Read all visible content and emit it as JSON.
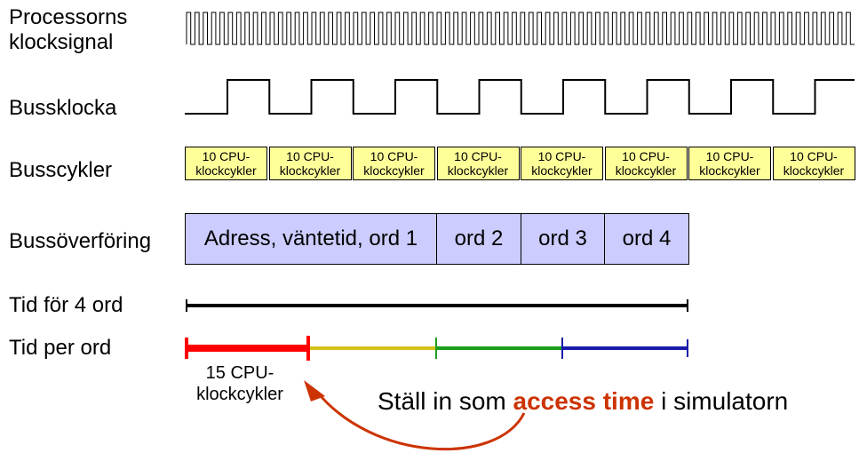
{
  "rows": {
    "processor_clock": {
      "line1": "Processorns",
      "line2": "klocksignal"
    },
    "bus_clock": "Bussklocka",
    "bus_cycles": "Busscykler",
    "bus_transfer": "Bussöverföring",
    "time_4_words": "Tid för 4 ord",
    "time_per_word": "Tid per ord"
  },
  "bus_cycles": [
    {
      "line1": "10 CPU-",
      "line2": "klockcykler"
    },
    {
      "line1": "10 CPU-",
      "line2": "klockcykler"
    },
    {
      "line1": "10 CPU-",
      "line2": "klockcykler"
    },
    {
      "line1": "10 CPU-",
      "line2": "klockcykler"
    },
    {
      "line1": "10 CPU-",
      "line2": "klockcykler"
    },
    {
      "line1": "10 CPU-",
      "line2": "klockcykler"
    },
    {
      "line1": "10 CPU-",
      "line2": "klockcykler"
    },
    {
      "line1": "10 CPU-",
      "line2": "klockcykler"
    }
  ],
  "transfer": [
    "Adress, väntetid, ord 1",
    "ord 2",
    "ord 3",
    "ord 4"
  ],
  "word_colors": [
    "#ff0000",
    "#d4c21a",
    "#1a9e1a",
    "#1a1aaa"
  ],
  "first_word_note": {
    "line1": "15 CPU-",
    "line2": "klockcykler"
  },
  "simulator_note": {
    "pre": "Ställ in som ",
    "highlight": "access time",
    "post": " i simulatorn"
  }
}
